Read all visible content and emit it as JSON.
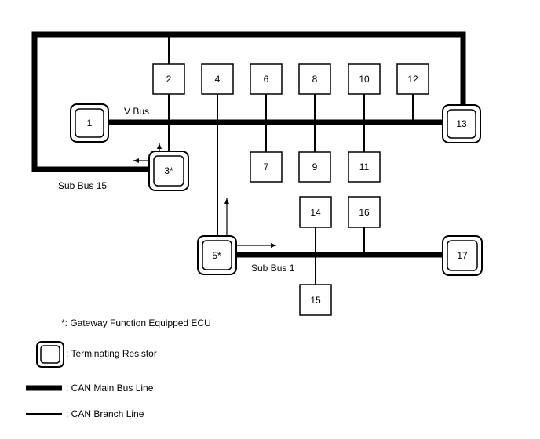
{
  "diagram": {
    "nodes": {
      "n1": "1",
      "n2": "2",
      "n3": "3*",
      "n4": "4",
      "n5": "5*",
      "n6": "6",
      "n7": "7",
      "n8": "8",
      "n9": "9",
      "n10": "10",
      "n11": "11",
      "n12": "12",
      "n13": "13",
      "n14": "14",
      "n15": "15",
      "n16": "16",
      "n17": "17"
    },
    "bus_labels": {
      "v_bus": "V Bus",
      "sub_bus_15": "Sub Bus 15",
      "sub_bus_1": "Sub Bus 1"
    },
    "legend": {
      "gateway_note": "*: Gateway Function Equipped ECU",
      "terminating_resistor": ": Terminating Resistor",
      "main_bus_line": ": CAN Main Bus Line",
      "branch_line": ": CAN Branch Line"
    }
  }
}
